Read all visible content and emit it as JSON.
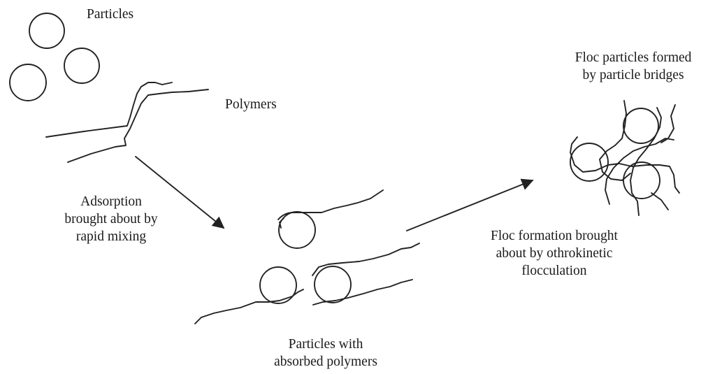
{
  "labels": {
    "particles": "Particles",
    "polymers": "Polymers",
    "adsorption": [
      "Adsorption",
      "brought about by",
      "rapid mixing"
    ],
    "particles_with": [
      "Particles with",
      "absorbed polymers"
    ],
    "floc_formation": [
      "Floc formation brought",
      "about by othrokinetic",
      "flocculation"
    ],
    "floc_particles": [
      "Floc particles formed",
      "by particle bridges"
    ]
  },
  "colors": {
    "ink": "#222222",
    "background": "#ffffff"
  }
}
